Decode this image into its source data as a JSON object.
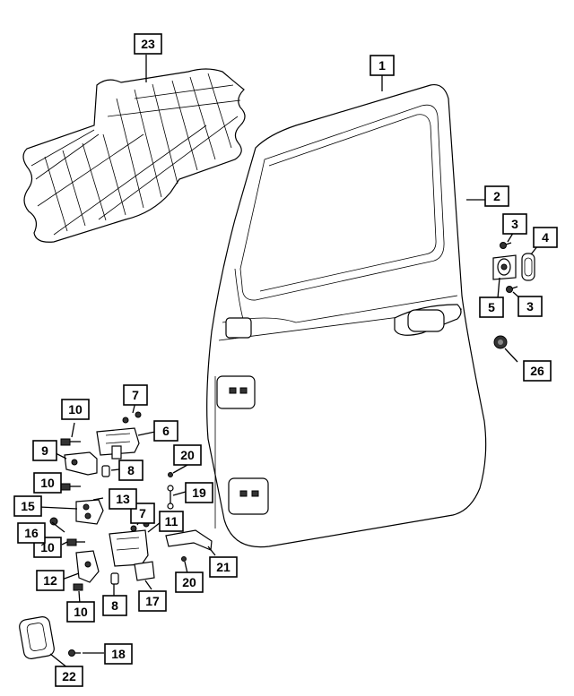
{
  "diagram": {
    "callouts": [
      {
        "id": "c1",
        "label": "1"
      },
      {
        "id": "c2",
        "label": "2"
      },
      {
        "id": "c3a",
        "label": "3"
      },
      {
        "id": "c3b",
        "label": "3"
      },
      {
        "id": "c4",
        "label": "4"
      },
      {
        "id": "c5",
        "label": "5"
      },
      {
        "id": "c6",
        "label": "6"
      },
      {
        "id": "c7a",
        "label": "7"
      },
      {
        "id": "c7b",
        "label": "7"
      },
      {
        "id": "c8a",
        "label": "8"
      },
      {
        "id": "c8b",
        "label": "8"
      },
      {
        "id": "c9",
        "label": "9"
      },
      {
        "id": "c10a",
        "label": "10"
      },
      {
        "id": "c10b",
        "label": "10"
      },
      {
        "id": "c10c",
        "label": "10"
      },
      {
        "id": "c10d",
        "label": "10"
      },
      {
        "id": "c11",
        "label": "11"
      },
      {
        "id": "c12",
        "label": "12"
      },
      {
        "id": "c13",
        "label": "13"
      },
      {
        "id": "c15",
        "label": "15"
      },
      {
        "id": "c16",
        "label": "16"
      },
      {
        "id": "c17",
        "label": "17"
      },
      {
        "id": "c18",
        "label": "18"
      },
      {
        "id": "c19",
        "label": "19"
      },
      {
        "id": "c20a",
        "label": "20"
      },
      {
        "id": "c20b",
        "label": "20"
      },
      {
        "id": "c21",
        "label": "21"
      },
      {
        "id": "c22",
        "label": "22"
      },
      {
        "id": "c23",
        "label": "23"
      },
      {
        "id": "c26",
        "label": "26"
      }
    ]
  }
}
